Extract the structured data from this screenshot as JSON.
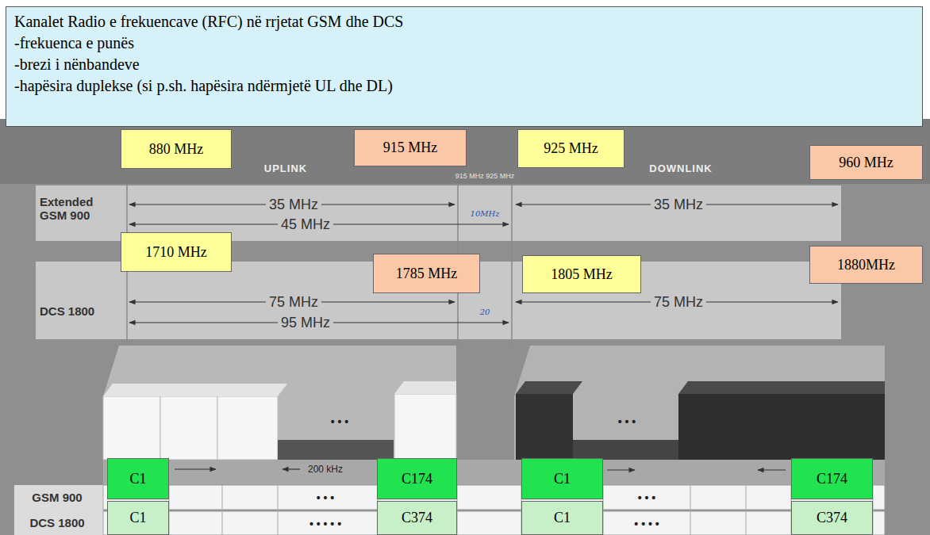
{
  "diagram": {
    "nodes": [
      {
        "text": [
          "Kanalet Radio e frekuencave (RFC) në rrjetat GSM dhe DCS",
          "-frekuenca e punës",
          "-brezi i nënbandeve",
          "-hapësira duplekse (si p.sh. hapësira ndërmjetë UL dhe DL)"
        ]
      },
      {
        "text": [
          "880 MHz"
        ]
      },
      {
        "text": [
          "915 MHz"
        ]
      },
      {
        "text": [
          "925 MHz"
        ]
      },
      {
        "text": [
          "960 MHz"
        ]
      },
      {
        "text": [
          "1710 MHz"
        ]
      },
      {
        "text": [
          "1785 MHz"
        ]
      },
      {
        "text": [
          "1805 MHz"
        ]
      },
      {
        "text": [
          "1880MHz"
        ]
      },
      {
        "text": [
          "C1"
        ]
      },
      {
        "text": [
          "C174"
        ]
      },
      {
        "text": [
          "C1"
        ]
      },
      {
        "text": [
          "C174"
        ]
      },
      {
        "text": [
          "C1"
        ]
      },
      {
        "text": [
          "C374"
        ]
      },
      {
        "text": [
          "C1"
        ]
      },
      {
        "text": [
          "C374"
        ]
      }
    ],
    "labels": [
      "UPLINK",
      "DOWNLINK",
      "915 MHz 925 MHz",
      "Extended GSM 900",
      "35 MHz",
      "45 MHz",
      "35 MHz",
      "10MHz",
      "DCS 1800",
      "75 MHz",
      "95 MHz",
      "75 MHz",
      "20",
      "• • •",
      "• • •",
      "200 kHz",
      "GSM 900",
      "DCS 1800",
      "• • •",
      "• • • • •",
      "• • •",
      "• • • •"
    ]
  }
}
